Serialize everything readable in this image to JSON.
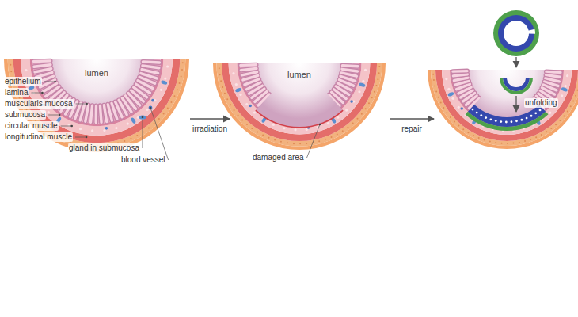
{
  "diagram": {
    "labels": [
      "epithelium",
      "lamina",
      "muscularis mucosa",
      "submucosa",
      "circular muscle",
      "longitudinal muscle",
      "gland in submucosa",
      "blood vessel",
      "lumen",
      "irradiation",
      "lumen",
      "damaged area",
      "repair",
      "unfolding"
    ]
  }
}
